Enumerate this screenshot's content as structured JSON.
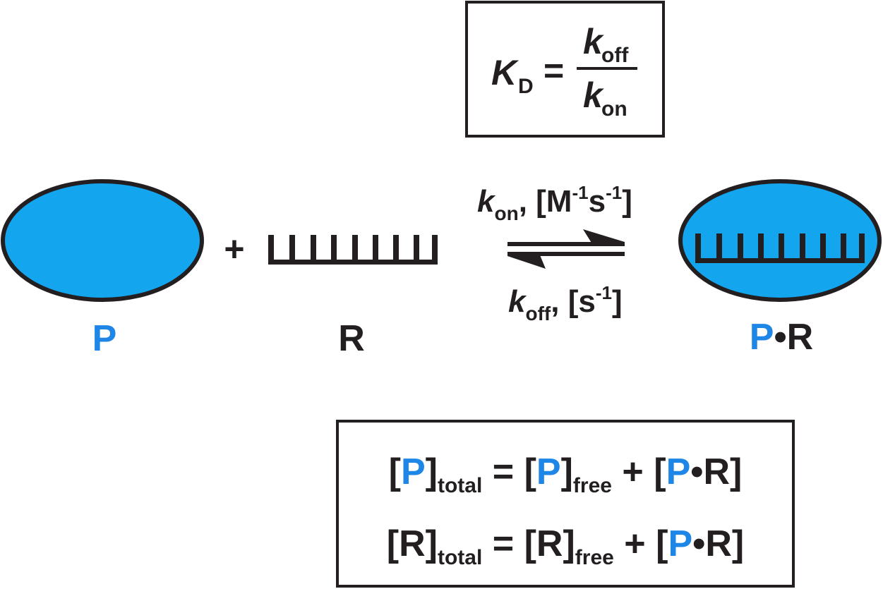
{
  "kd_equation": {
    "lhs_symbol": "K",
    "lhs_subscript": "D",
    "equals": "=",
    "numerator_symbol": "k",
    "numerator_subscript": "off",
    "denominator_symbol": "k",
    "denominator_subscript": "on"
  },
  "species": {
    "protein_label": "P",
    "rna_label": "R",
    "complex_label_left": "P",
    "complex_bullet": "•",
    "complex_label_right": "R",
    "plus": "+"
  },
  "rates": {
    "forward_symbol": "k",
    "forward_subscript": "on",
    "forward_units_open": ", [M",
    "forward_units_exp1": "-1",
    "forward_units_mid": "s",
    "forward_units_exp2": "-1",
    "forward_units_close": "]",
    "reverse_symbol": "k",
    "reverse_subscript": "off",
    "reverse_units_open": ", [s",
    "reverse_units_exp": "-1",
    "reverse_units_close": "]"
  },
  "mass_balance": {
    "open_bracket": "[",
    "close_bracket": "]",
    "total": "total",
    "free": "free",
    "equals": "=",
    "plus": "+",
    "p": "P",
    "r": "R",
    "bullet": "•"
  },
  "colors": {
    "protein_fill": "#14a5ef",
    "accent_text": "#1e86e6",
    "stroke": "#231f20"
  }
}
